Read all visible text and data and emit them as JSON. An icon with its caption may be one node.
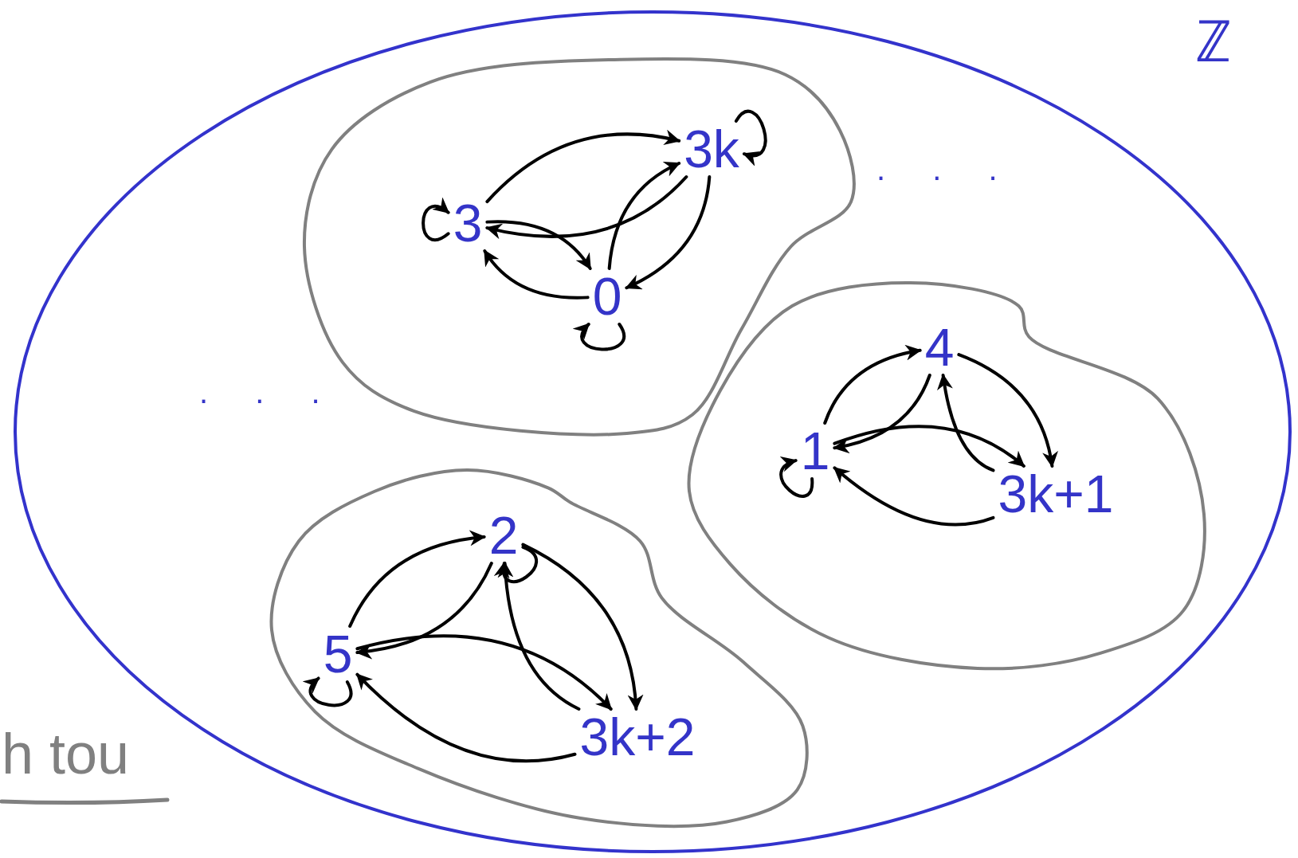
{
  "diagram": {
    "nodes": [
      {
        "text": [],
        "shape": "ellipse"
      },
      {
        "text": [],
        "shape": "blob",
        "in": 0
      },
      {
        "text": [
          "3k"
        ],
        "in": 1
      },
      {
        "text": [
          "3"
        ],
        "in": 1
      },
      {
        "text": [
          "0"
        ],
        "in": 1
      },
      {
        "text": [],
        "shape": "blob",
        "in": 0
      },
      {
        "text": [
          "4"
        ],
        "in": 5
      },
      {
        "text": [
          "1"
        ],
        "in": 5
      },
      {
        "text": [
          "3k+1"
        ],
        "in": 5
      },
      {
        "text": [],
        "shape": "blob",
        "in": 0
      },
      {
        "text": [
          "2"
        ],
        "in": 9
      },
      {
        "text": [
          "5"
        ],
        "in": 9
      },
      {
        "text": [
          "3k+2"
        ],
        "in": 9
      }
    ],
    "edges": [
      {
        "from": 2,
        "to": 3,
        "arrow": "to"
      },
      {
        "from": 3,
        "to": 2,
        "arrow": "to"
      },
      {
        "from": 4,
        "to": 3,
        "arrow": "to"
      },
      {
        "from": 3,
        "to": 4,
        "arrow": "to"
      },
      {
        "from": 4,
        "to": 2,
        "arrow": "to"
      },
      {
        "from": 2,
        "to": 4,
        "arrow": "to"
      },
      {
        "from": 3,
        "to": 3,
        "arrow": "to"
      },
      {
        "from": 2,
        "to": 2,
        "arrow": "to"
      },
      {
        "from": 4,
        "to": 4,
        "arrow": "to"
      },
      {
        "from": 7,
        "to": 6,
        "arrow": "to"
      },
      {
        "from": 6,
        "to": 8,
        "arrow": "to"
      },
      {
        "from": 8,
        "to": 6,
        "arrow": "to"
      },
      {
        "from": 6,
        "to": 7,
        "arrow": "to"
      },
      {
        "from": 8,
        "to": 7,
        "arrow": "to"
      },
      {
        "from": 7,
        "to": 8,
        "arrow": "to"
      },
      {
        "from": 7,
        "to": 7,
        "arrow": "to"
      },
      {
        "from": 10,
        "to": 11,
        "arrow": "to"
      },
      {
        "from": 11,
        "to": 10,
        "arrow": "to"
      },
      {
        "from": 10,
        "to": 10,
        "arrow": "to"
      },
      {
        "from": 10,
        "to": 12,
        "arrow": "to"
      },
      {
        "from": 12,
        "to": 10,
        "arrow": "to"
      },
      {
        "from": 11,
        "to": 11,
        "arrow": "to"
      },
      {
        "from": 11,
        "to": 12,
        "arrow": "to"
      },
      {
        "from": 12,
        "to": 11,
        "arrow": "to"
      }
    ],
    "labels": [
      "ℤ",
      ". . .",
      ". . .",
      "h tou"
    ]
  }
}
